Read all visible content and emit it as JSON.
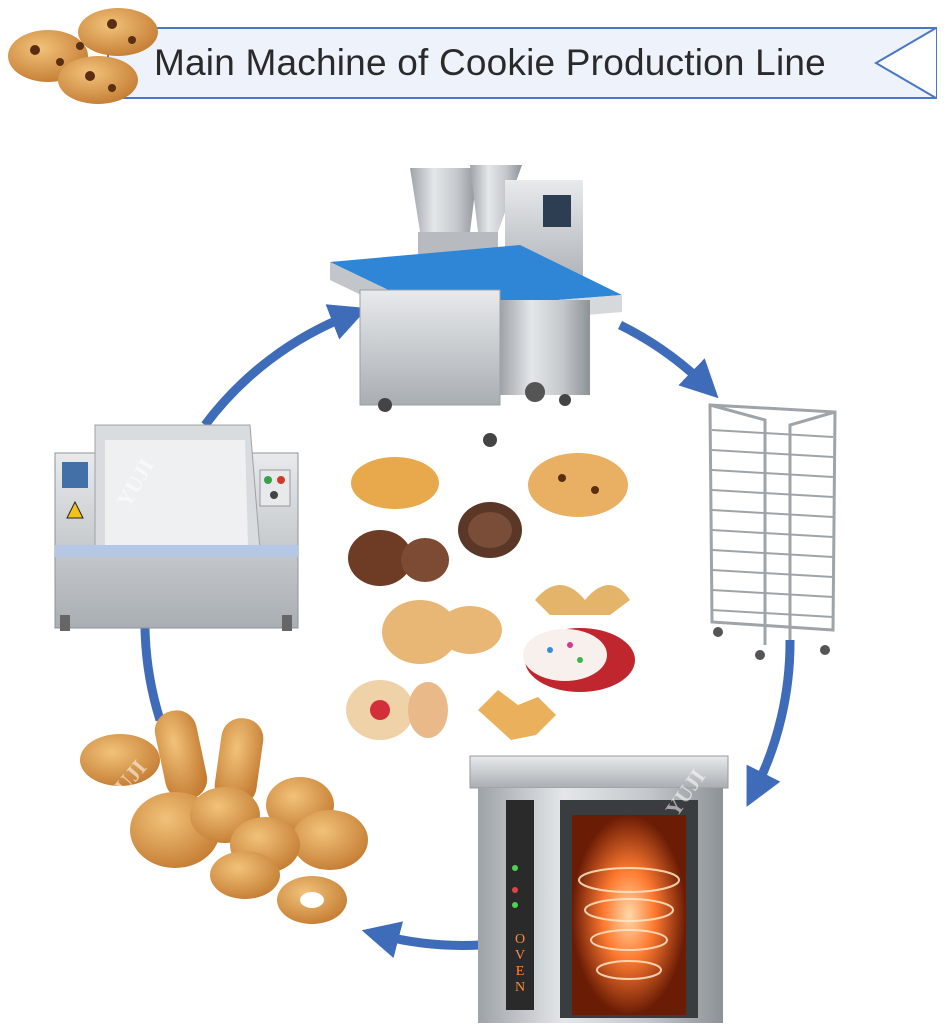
{
  "title": "Main Machine of Cookie Production Line",
  "oven_label": "OVEN",
  "watermark": "YUJI",
  "cycle_steps": [
    {
      "name": "dough-mixer"
    },
    {
      "name": "cookie-depositing-machine"
    },
    {
      "name": "baking-trolley-rack"
    },
    {
      "name": "rotary-oven"
    },
    {
      "name": "finished-cookies"
    }
  ],
  "colors": {
    "cycle_arrow": "#3f6cb8",
    "banner_border": "#4a78c2",
    "banner_fill": "#eef3fb",
    "conveyor": "#2f86d6",
    "steel": "#c9ccd0",
    "cookie": "#d9a25a",
    "oven_glow": "#ff6a2a"
  }
}
